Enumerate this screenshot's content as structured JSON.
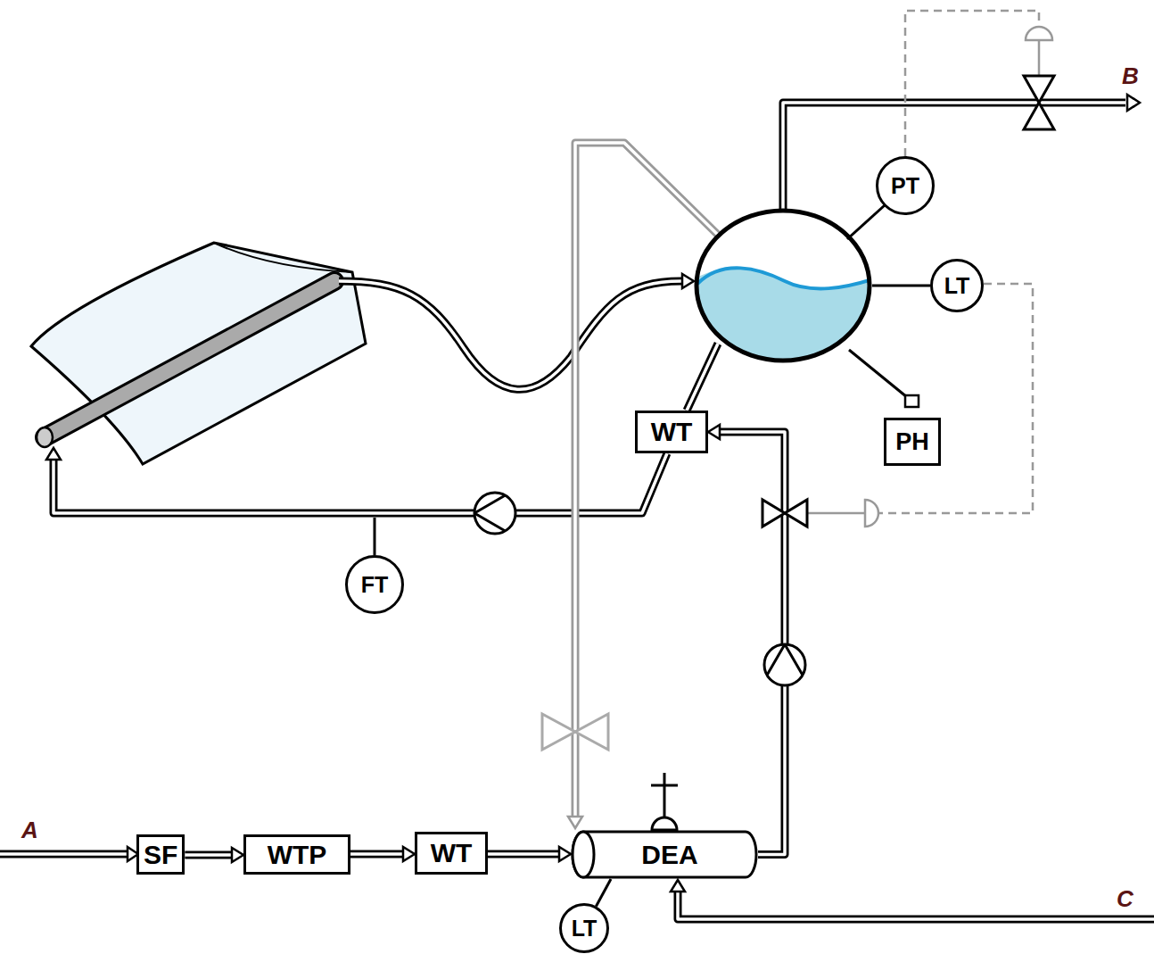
{
  "diagram": {
    "nodes": [
      {
        "text": [
          "PT"
        ]
      },
      {
        "text": [
          "LT"
        ]
      },
      {
        "text": [
          "WT"
        ]
      },
      {
        "text": [
          "PH"
        ]
      },
      {
        "text": [
          "FT"
        ]
      },
      {
        "text": [
          "SF"
        ]
      },
      {
        "text": [
          "WTP"
        ]
      },
      {
        "text": [
          "WT"
        ]
      },
      {
        "text": [
          "DEA"
        ]
      },
      {
        "text": [
          "LT"
        ]
      }
    ],
    "edges": [
      {
        "from": 5,
        "to": 6,
        "arrow": "to"
      },
      {
        "from": 6,
        "to": 7,
        "arrow": "to"
      },
      {
        "from": 7,
        "to": 8,
        "arrow": "to"
      },
      {
        "from": 8,
        "to": 2,
        "arrow": "to"
      },
      {
        "from": 9,
        "to": 8,
        "arrow": "none"
      }
    ],
    "labels": [
      "A",
      "B",
      "C"
    ]
  }
}
